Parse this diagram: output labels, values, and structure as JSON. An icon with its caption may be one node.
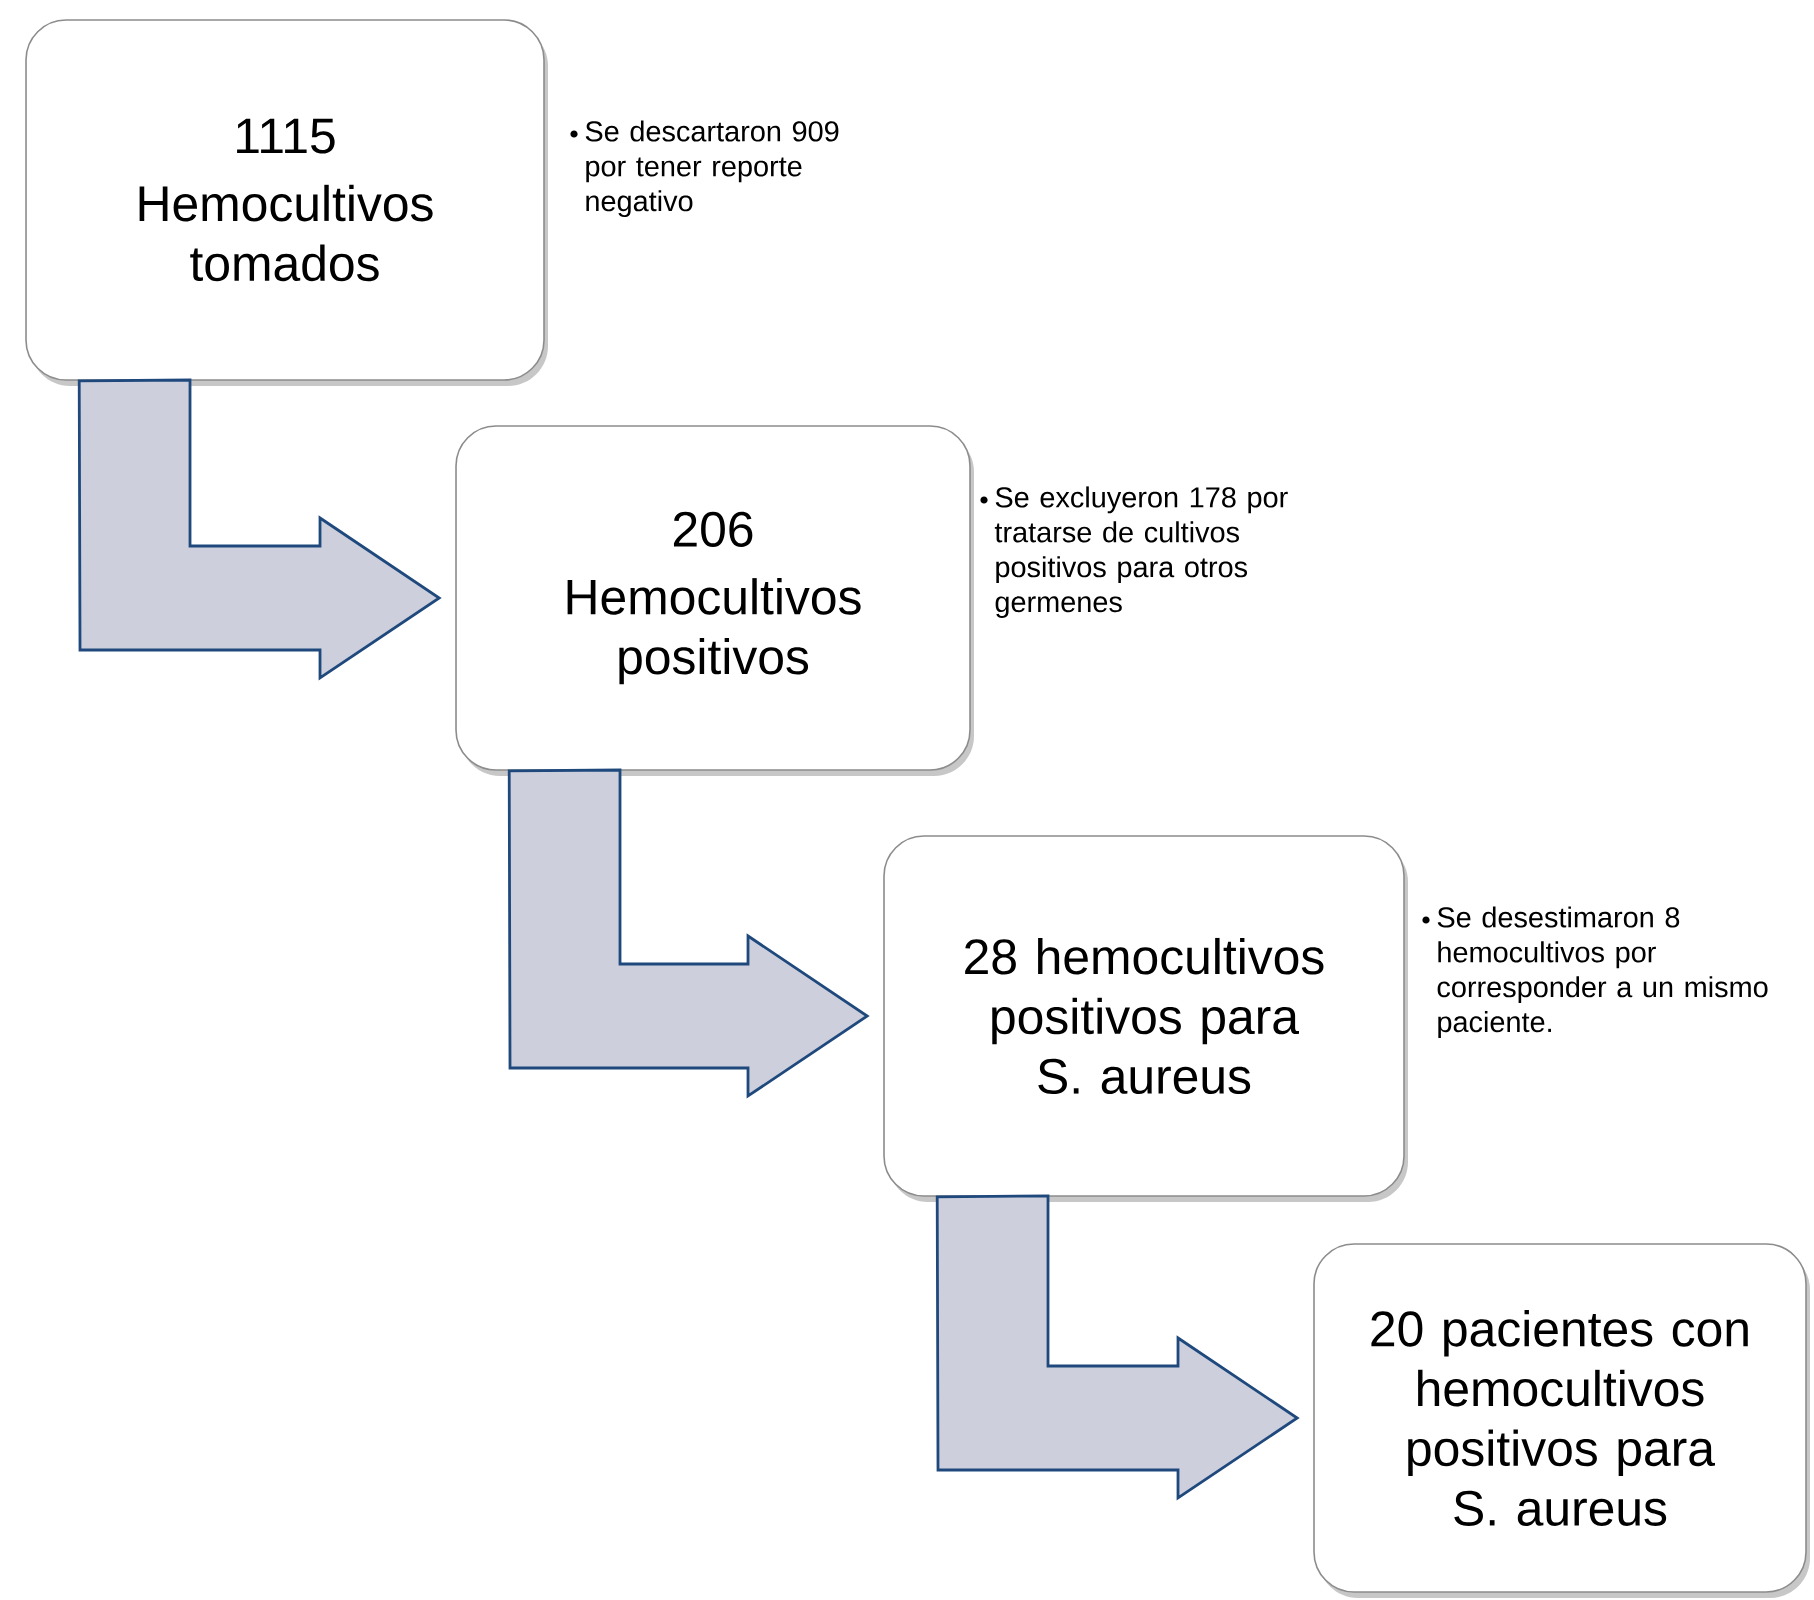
{
  "diagram": {
    "nodes": [
      {
        "text": [
          "1115",
          "Hemocultivos tomados"
        ],
        "beside": [
          "Se descartaron 909 por tener reporte negativo"
        ]
      },
      {
        "text": [
          "206",
          "Hemocultivos positivos"
        ],
        "beside": [
          "Se excluyeron 178 por tratarse de cultivos positivos para otros germenes"
        ]
      },
      {
        "text": [
          "28 hemocultivos positivos para S. aureus"
        ],
        "beside": [
          "Se desestimaron 8 hemocultivos por corresponder a un mismo paciente."
        ]
      },
      {
        "text": [
          "20 pacientes con hemocultivos positivos para S. aureus"
        ]
      }
    ],
    "edges": [
      {
        "from": 0,
        "to": 1,
        "arrow": "to"
      },
      {
        "from": 1,
        "to": 2,
        "arrow": "to"
      },
      {
        "from": 2,
        "to": 3,
        "arrow": "to"
      }
    ]
  }
}
